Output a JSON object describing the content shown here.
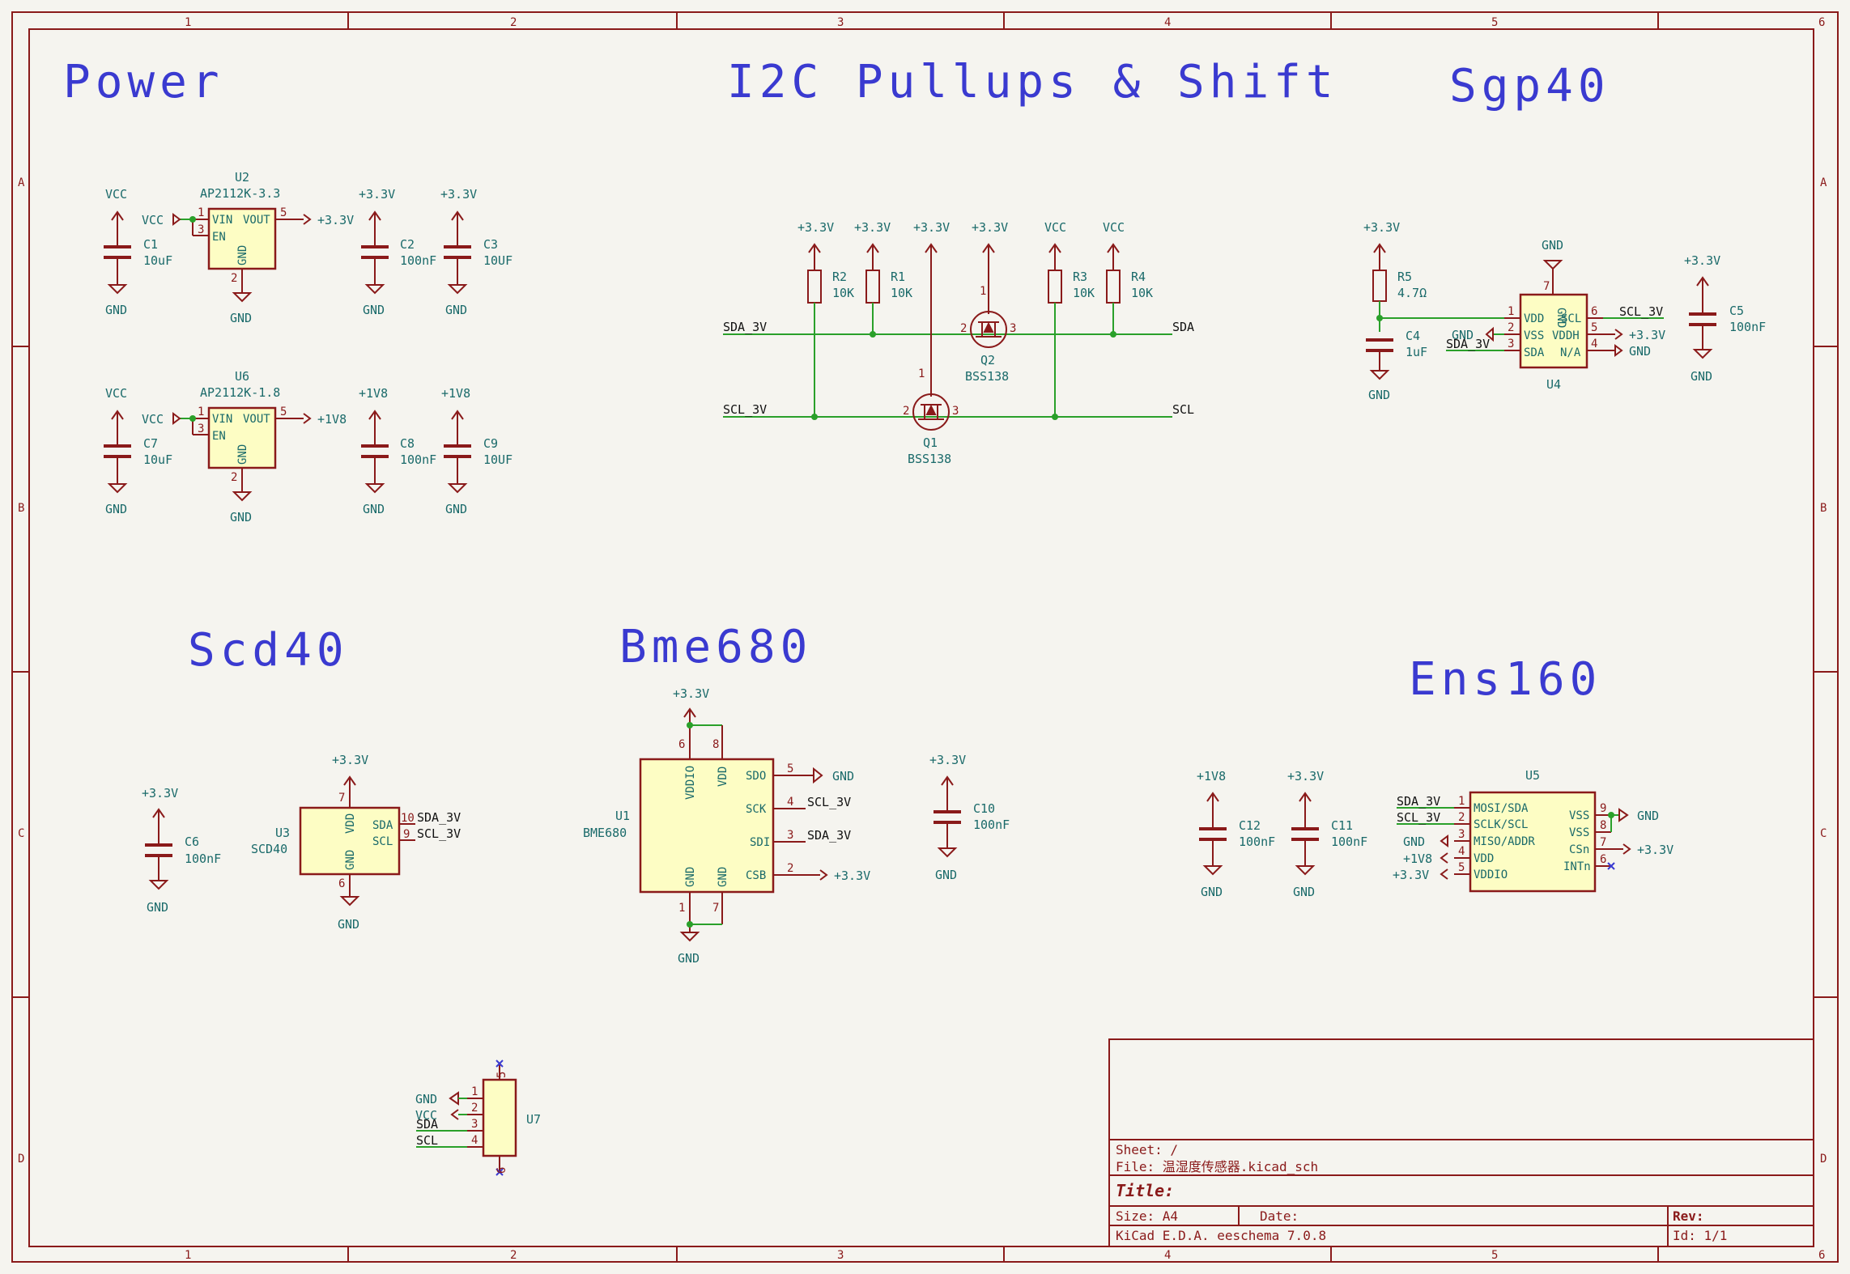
{
  "sections": {
    "power": "Power",
    "i2c": "I2C Pullups & Shift",
    "sgp40": "Sgp40",
    "scd40": "Scd40",
    "bme680": "Bme680",
    "ens160": "Ens160"
  },
  "border": {
    "cols": [
      "1",
      "2",
      "3",
      "4",
      "5",
      "6"
    ],
    "rows": [
      "A",
      "B",
      "C",
      "D"
    ]
  },
  "title_block": {
    "sheet": "Sheet: /",
    "file": "File: 温湿度传感器.kicad_sch",
    "title": "Title:",
    "size": "Size: A4",
    "date": "Date:",
    "rev": "Rev:",
    "tool": "KiCad E.D.A.  eeschema 7.0.8",
    "id": "Id: 1/1"
  },
  "nets": {
    "vcc": "VCC",
    "gnd": "GND",
    "p33": "+3.3V",
    "p18": "+1V8",
    "sda3": "SDA_3V",
    "scl3": "SCL_3V",
    "sda": "SDA",
    "scl": "SCL"
  },
  "u2": {
    "ref": "U2",
    "value": "AP2112K-3.3",
    "pins": {
      "vin": "VIN",
      "vout": "VOUT",
      "en": "EN",
      "gnd": "GND",
      "n1": "1",
      "n3": "3",
      "n5": "5",
      "n2": "2"
    }
  },
  "u6": {
    "ref": "U6",
    "value": "AP2112K-1.8",
    "pins": {
      "vin": "VIN",
      "vout": "VOUT",
      "en": "EN",
      "gnd": "GND",
      "n1": "1",
      "n3": "3",
      "n5": "5",
      "n2": "2"
    }
  },
  "caps": {
    "c1": {
      "ref": "C1",
      "value": "10uF"
    },
    "c2": {
      "ref": "C2",
      "value": "100nF"
    },
    "c3": {
      "ref": "C3",
      "value": "10UF"
    },
    "c7": {
      "ref": "C7",
      "value": "10uF"
    },
    "c8": {
      "ref": "C8",
      "value": "100nF"
    },
    "c9": {
      "ref": "C9",
      "value": "10UF"
    },
    "c4": {
      "ref": "C4",
      "value": "1uF"
    },
    "c5": {
      "ref": "C5",
      "value": "100nF"
    },
    "c6": {
      "ref": "C6",
      "value": "100nF"
    },
    "c10": {
      "ref": "C10",
      "value": "100nF"
    },
    "c11": {
      "ref": "C11",
      "value": "100nF"
    },
    "c12": {
      "ref": "C12",
      "value": "100nF"
    }
  },
  "res": {
    "r1": {
      "ref": "R1",
      "value": "10K"
    },
    "r2": {
      "ref": "R2",
      "value": "10K"
    },
    "r3": {
      "ref": "R3",
      "value": "10K"
    },
    "r4": {
      "ref": "R4",
      "value": "10K"
    },
    "r5": {
      "ref": "R5",
      "value": "4.7Ω"
    }
  },
  "q1": {
    "ref": "Q1",
    "value": "BSS138",
    "n1": "1",
    "n2": "2",
    "n3": "3"
  },
  "q2": {
    "ref": "Q2",
    "value": "BSS138",
    "n1": "1",
    "n2": "2",
    "n3": "3"
  },
  "u4": {
    "ref": "U4",
    "pins": {
      "vdd": "VDD",
      "vss": "VSS",
      "sda": "SDA",
      "gnd": "GND",
      "scl": "SCL",
      "vddh": "VDDH",
      "na": "N/A",
      "n1": "1",
      "n2": "2",
      "n3": "3",
      "n4": "4",
      "n5": "5",
      "n6": "6",
      "n7": "7"
    }
  },
  "u3": {
    "ref": "U3",
    "value": "SCD40",
    "pins": {
      "vdd": "VDD",
      "gnd": "GND",
      "sda": "SDA",
      "scl": "SCL",
      "n7": "7",
      "n6": "6",
      "n10": "10",
      "n9": "9"
    }
  },
  "u1": {
    "ref": "U1",
    "value": "BME680",
    "pins": {
      "vddio": "VDDIO",
      "vdd": "VDD",
      "gnd1": "GND",
      "gnd2": "GND",
      "sdo": "SDO",
      "sck": "SCK",
      "sdi": "SDI",
      "csb": "CSB",
      "n6": "6",
      "n8": "8",
      "n1": "1",
      "n7": "7",
      "n5": "5",
      "n4": "4",
      "n3": "3",
      "n2": "2"
    }
  },
  "u5": {
    "ref": "U5",
    "pins": {
      "mosi": "MOSI/SDA",
      "sclk": "SCLK/SCL",
      "miso": "MISO/ADDR",
      "vdd": "VDD",
      "vddio": "VDDIO",
      "vss1": "VSS",
      "vss2": "VSS",
      "csn": "CSn",
      "intn": "INTn",
      "n1": "1",
      "n2": "2",
      "n3": "3",
      "n4": "4",
      "n5": "5",
      "n9": "9",
      "n8": "8",
      "n7": "7",
      "n6": "6"
    }
  },
  "u7": {
    "ref": "U7",
    "n1": "1",
    "n2": "2",
    "n3": "3",
    "n4": "4",
    "n5": "5",
    "n6": "6"
  }
}
